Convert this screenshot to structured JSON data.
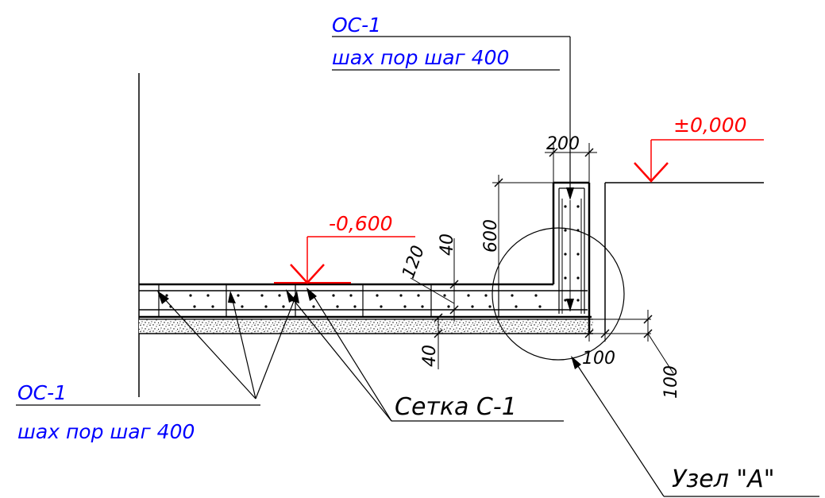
{
  "labels": {
    "top_mark_code": "ОС-1",
    "top_mark_desc": "шах пор шаг 400",
    "bottom_mark_code": "ОС-1",
    "bottom_mark_desc": "шах пор шаг 400",
    "mesh_label": "Сетка С-1",
    "node_label": "Узел \"А\""
  },
  "elevations": {
    "ground": "±0,000",
    "slab": "-0,600"
  },
  "dimensions": {
    "d_200": "200",
    "d_600": "600",
    "d_120": "120",
    "d_40_top": "40",
    "d_40_bottom": "40",
    "d_100_a": "100",
    "d_100_b": "100"
  },
  "colors": {
    "annotation": "#0000ff",
    "elevation": "#ff0000",
    "lines": "#000000"
  }
}
